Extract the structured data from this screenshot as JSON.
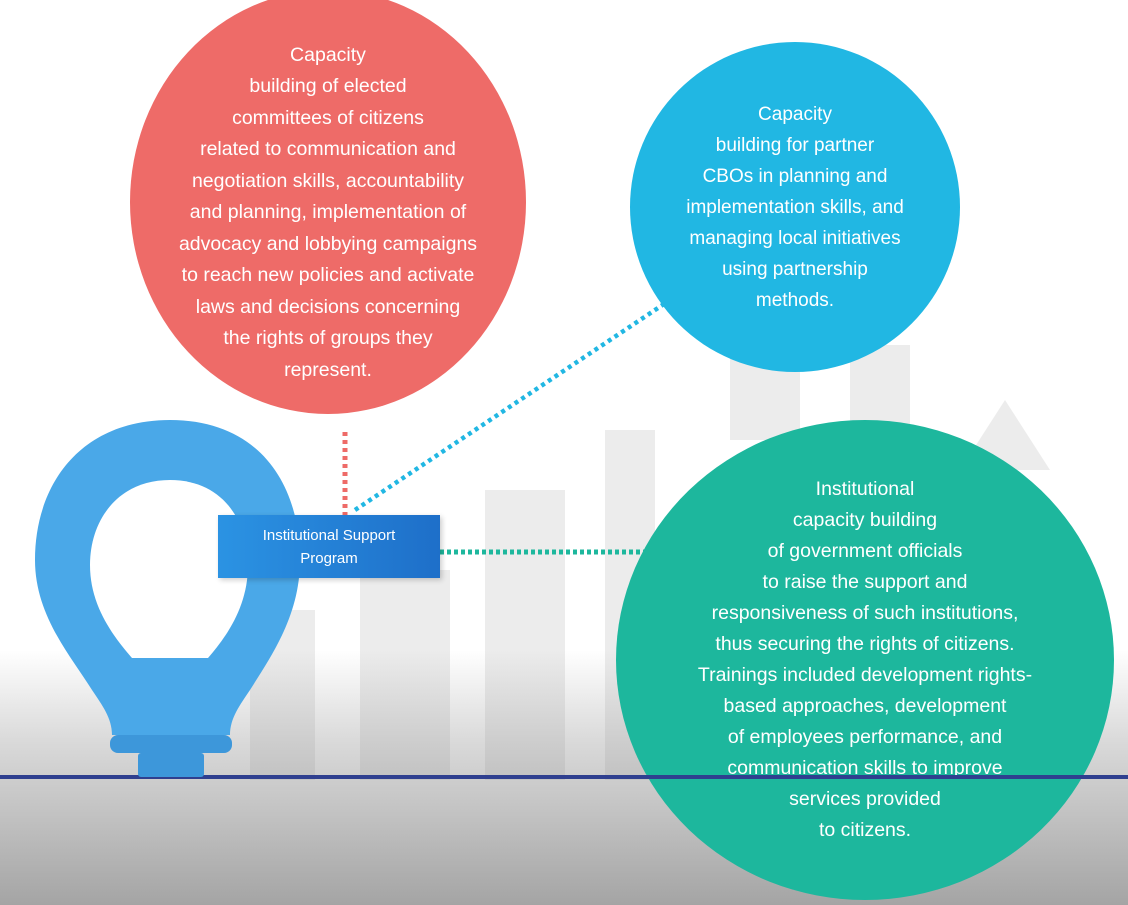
{
  "diagram": {
    "center_label": "Institutional Support\nProgram",
    "nodes": [
      {
        "id": "red",
        "text": "Capacity\nbuilding of elected\ncommittees of citizens\nrelated to communication and\nnegotiation skills, accountability\nand planning, implementation of\nadvocacy and lobbying campaigns\nto reach new policies and activate\nlaws and decisions concerning\nthe rights of groups they\nrepresent."
      },
      {
        "id": "blue",
        "text": "Capacity\nbuilding for partner\nCBOs in planning and\nimplementation skills, and\nmanaging local initiatives\nusing partnership\nmethods."
      },
      {
        "id": "green",
        "text": "Institutional\ncapacity building\nof government officials\nto raise the support and\nresponsiveness of such institutions,\nthus securing the rights of citizens.\nTrainings included development  rights-\nbased approaches, development\nof employees performance, and\ncommunication skills to improve\nservices provided\nto citizens."
      }
    ]
  },
  "colors": {
    "red": "#ee6b68",
    "blue": "#21b7e3",
    "green": "#1db79d",
    "bulb": "#4aa8e8",
    "program_box": "#1e6fc9",
    "baseline": "#2f3f8f"
  },
  "icons": {
    "bulb": "lightbulb-icon"
  }
}
